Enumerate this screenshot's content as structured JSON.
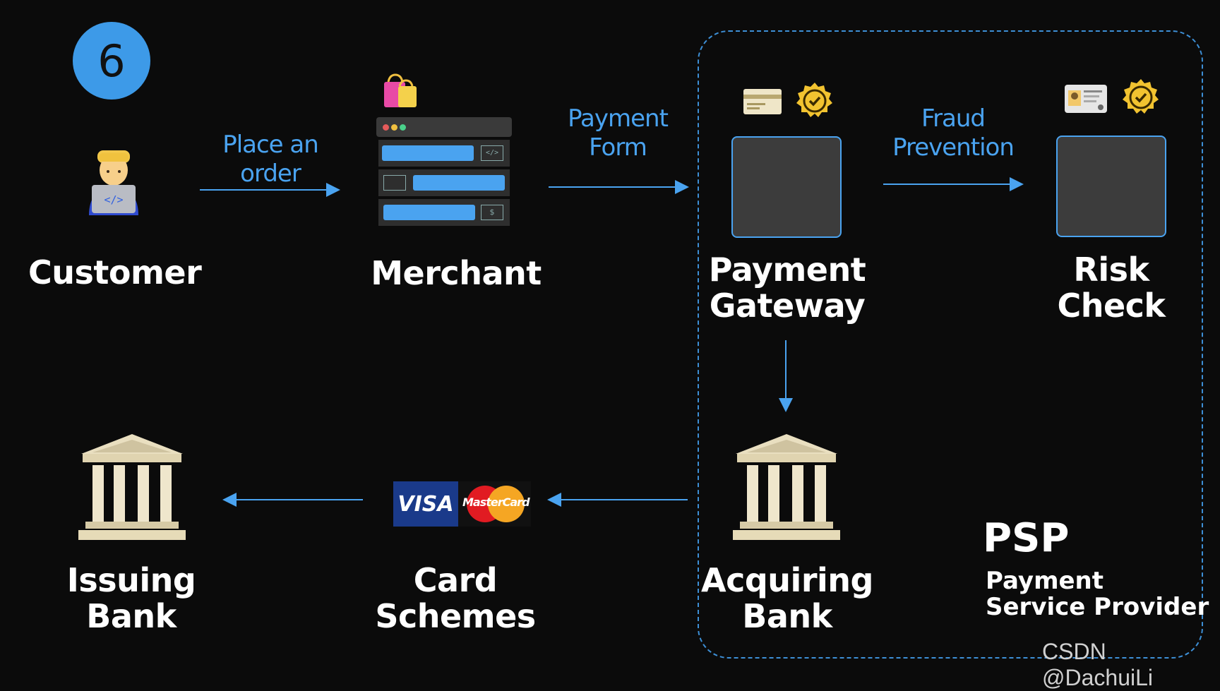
{
  "step_number": "6",
  "nodes": {
    "customer": "Customer",
    "merchant": "Merchant",
    "payment_gateway": [
      "Payment",
      "Gateway"
    ],
    "risk_check": [
      "Risk",
      "Check"
    ],
    "acquiring_bank": [
      "Acquiring",
      "Bank"
    ],
    "card_schemes": [
      "Card",
      "Schemes"
    ],
    "issuing_bank": [
      "Issuing",
      "Bank"
    ]
  },
  "edges": {
    "place_order": "Place an order",
    "payment_form": [
      "Payment",
      "Form"
    ],
    "fraud_prevention": [
      "Fraud",
      "Prevention"
    ]
  },
  "psp": {
    "title": "PSP",
    "subtitle": [
      "Payment",
      "Service Provider"
    ]
  },
  "card_logos": {
    "visa": "VISA",
    "mastercard": "MasterCard"
  },
  "watermark": "CSDN @DachuiLi",
  "colors": {
    "accent": "#4aa3f0",
    "badge": "#3d9ae8",
    "background": "#0b0b0b"
  }
}
